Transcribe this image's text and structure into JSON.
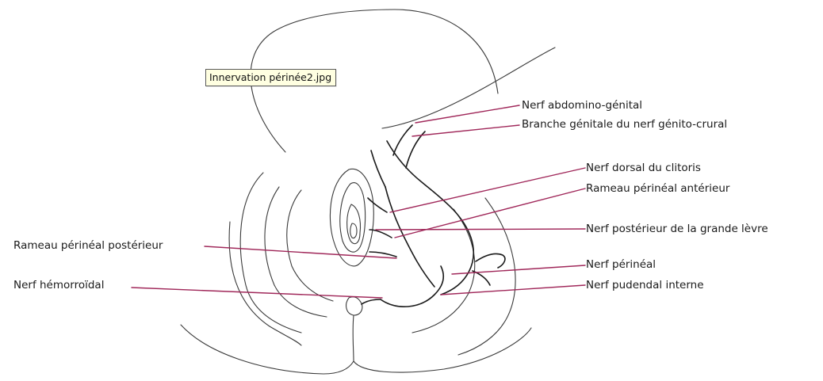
{
  "tooltip": {
    "text": "Innervation périnée2.jpg"
  },
  "labels": {
    "nerf_abdomino_genital": "Nerf abdomino-génital",
    "branche_genitale": "Branche génitale du nerf génito-crural",
    "nerf_dorsal_clitoris": "Nerf dorsal du clitoris",
    "rameau_perineal_anterieur": "Rameau périnéal antérieur",
    "nerf_posterieur_grande_levre": "Nerf postérieur de la grande lèvre",
    "rameau_perineal_posterieur": "Rameau périnéal postérieur",
    "nerf_perineal": "Nerf périnéal",
    "nerf_hemorroidal": "Nerf hémorroïdal",
    "nerf_pudendal_interne": "Nerf pudendal interne"
  },
  "colors": {
    "leader_line": "#a0285a",
    "drawing_stroke": "#3a3a3a",
    "nerve_stroke": "#1a1a1a",
    "tooltip_background": "#ffffe1"
  }
}
